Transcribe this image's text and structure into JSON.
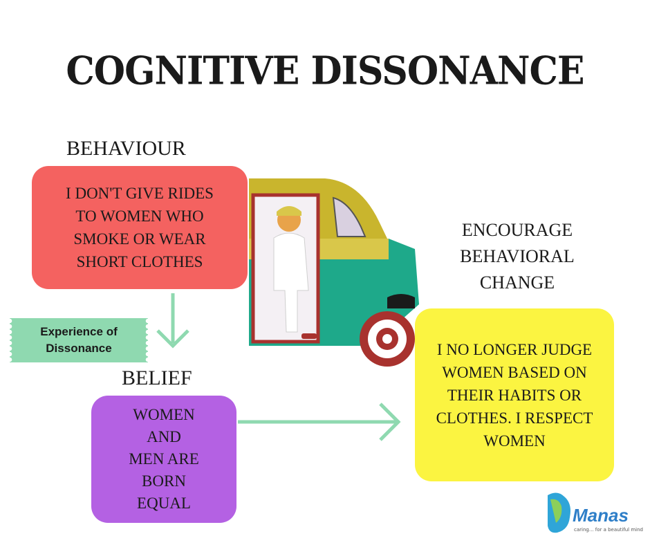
{
  "title": "COGNITIVE DISSONANCE",
  "behaviour": {
    "heading": "BEHAVIOUR",
    "lines": [
      "I DON'T GIVE RIDES",
      "TO WOMEN WHO",
      "SMOKE OR WEAR",
      "SHORT CLOTHES"
    ]
  },
  "dissonance_label": {
    "lines": [
      "Experience of",
      "Dissonance"
    ]
  },
  "belief": {
    "heading": "BELIEF",
    "lines": [
      "WOMEN",
      "AND",
      "MEN ARE",
      "BORN",
      "EQUAL"
    ]
  },
  "change": {
    "heading_lines": [
      "ENCOURAGE",
      "BEHAVIORAL",
      "CHANGE"
    ],
    "lines": [
      "I NO LONGER JUDGE",
      "WOMEN BASED ON",
      "THEIR HABITS OR",
      "CLOTHES. I RESPECT",
      "WOMEN"
    ]
  },
  "logo": {
    "name": "Manas",
    "tagline": "caring... for a beautiful mind"
  },
  "colors": {
    "behaviour_box": "#f46260",
    "belief_box": "#b461e3",
    "change_box": "#fbf441",
    "dissonance_tag": "#8fd9b0",
    "arrow": "#8fd9b0",
    "rickshaw_body": "#1ea98a",
    "rickshaw_roof": "#c9b52d"
  }
}
